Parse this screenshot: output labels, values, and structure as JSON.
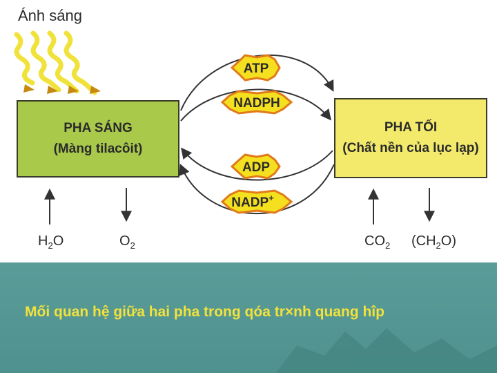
{
  "light_label": "Ánh sáng",
  "light_phase": {
    "title": "PHA SÁNG",
    "subtitle": "(Màng tilacôit)"
  },
  "dark_phase": {
    "title": "PHA TỐI",
    "subtitle": "(Chất nền của lục lạp)"
  },
  "molecules": {
    "atp": "ATP",
    "nadph": "NADPH",
    "adp": "ADP",
    "nadp": "NADP",
    "nadp_charge": "+"
  },
  "inputs": {
    "h2o": {
      "base": "H",
      "sub": "2",
      "rest": "O"
    },
    "o2": {
      "base": "O",
      "sub": "2"
    },
    "co2": {
      "base": "CO",
      "sub": "2"
    },
    "ch2o": {
      "pre": "(CH",
      "sub": "2",
      "rest": "O)"
    }
  },
  "caption": "Mối quan hệ giữa hai pha trong qóa tr×nh quang hîp",
  "colors": {
    "light_phase_fill": "#a9c94b",
    "dark_phase_fill": "#f3ea6c",
    "star_fill": "#f5e020",
    "star_stroke": "#e07a1a",
    "ray_color": "#f0e23a",
    "banner_fill": "#4f918e",
    "caption_color": "#f2e23c"
  }
}
